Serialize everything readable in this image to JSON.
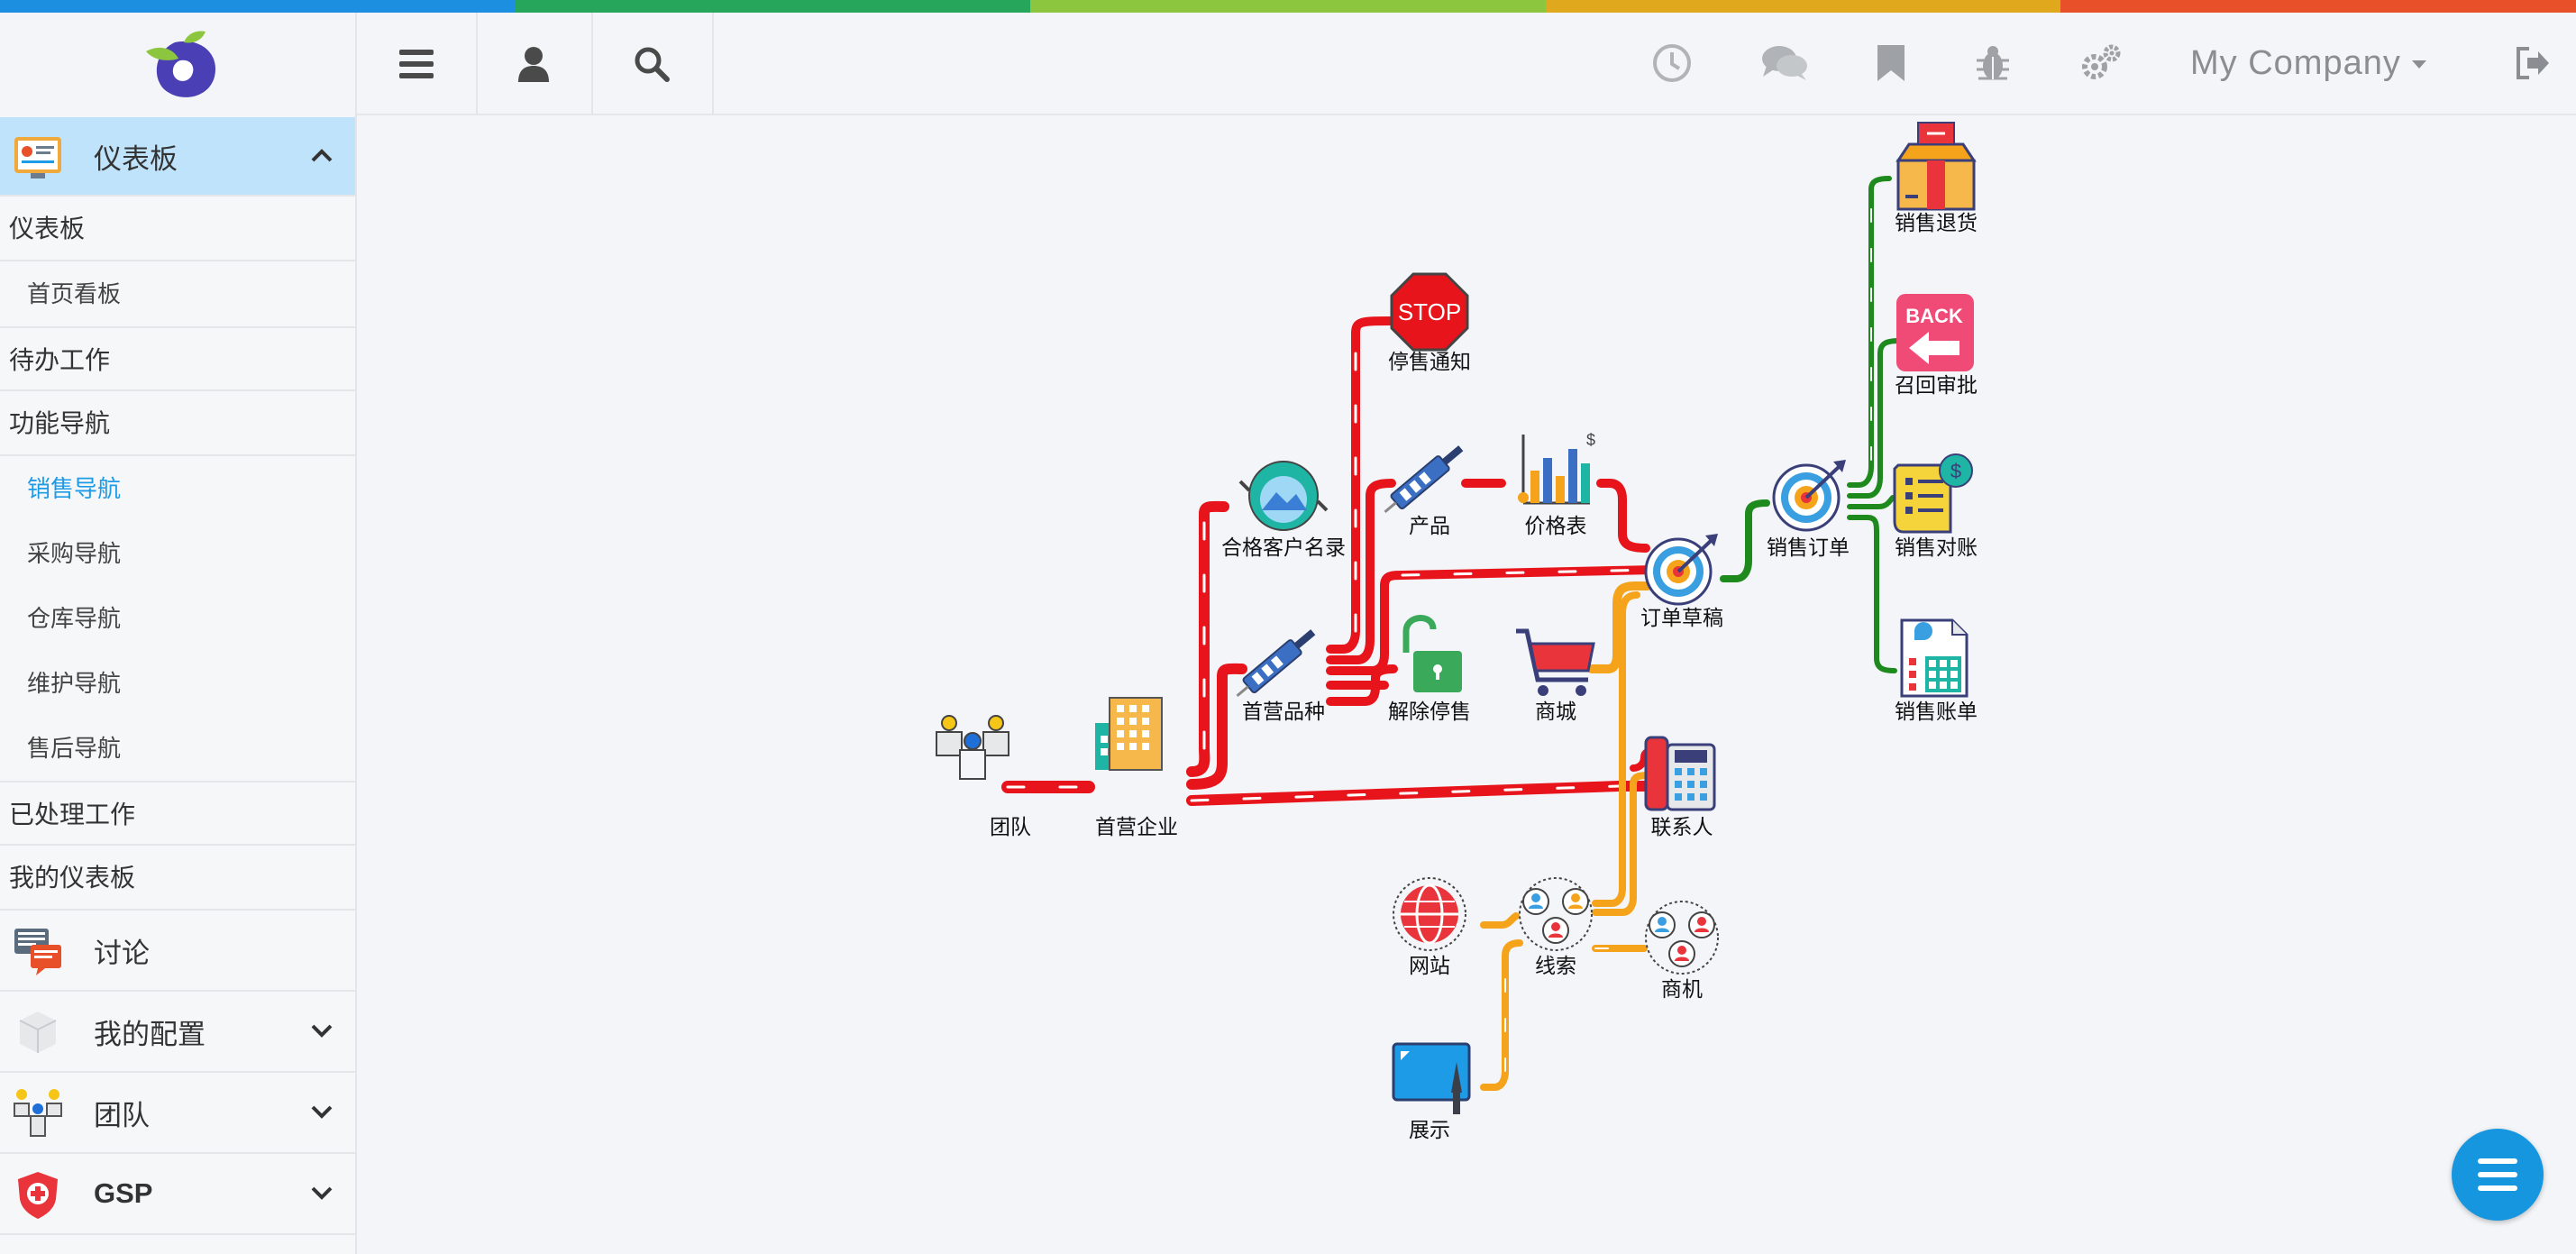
{
  "colors": {
    "accent": "#1e9be6",
    "active_bg": "#bfe3fb",
    "line_red": "#e8141b",
    "line_orange": "#f5a31a",
    "line_green": "#1e8a1e",
    "stripe": [
      "#1d8fe1",
      "#26a65b",
      "#8cc63f",
      "#e0a81d",
      "#e8502a"
    ]
  },
  "header": {
    "company": "My Company",
    "icons": [
      "menu-icon",
      "user-icon",
      "search-icon",
      "clock-icon",
      "chat-icon",
      "bookmark-icon",
      "bug-icon",
      "gears-icon",
      "logout-icon"
    ]
  },
  "sidebar": {
    "dashboard": {
      "label": "仪表板",
      "icon": "dashboard-icon"
    },
    "items": [
      {
        "label": "仪表板",
        "level": 0
      },
      {
        "label": "首页看板",
        "level": 1
      },
      {
        "label": "待办工作",
        "level": 0
      },
      {
        "label": "功能导航",
        "level": 0
      },
      {
        "label": "销售导航",
        "level": 1
      },
      {
        "label": "采购导航",
        "level": 1
      },
      {
        "label": "仓库导航",
        "level": 1
      },
      {
        "label": "维护导航",
        "level": 1
      },
      {
        "label": "售后导航",
        "level": 1
      },
      {
        "label": "已处理工作",
        "level": 0
      },
      {
        "label": "我的仪表板",
        "level": 0
      }
    ],
    "sections": [
      {
        "label": "讨论",
        "icon": "discussion-icon"
      },
      {
        "label": "我的配置",
        "icon": "config-icon"
      },
      {
        "label": "团队",
        "icon": "team-icon"
      },
      {
        "label": "GSP",
        "icon": "gsp-shield-icon"
      }
    ]
  },
  "flow": {
    "nodes": [
      {
        "id": "team",
        "label": "团队",
        "icon": "team-people-icon"
      },
      {
        "id": "first-enterprise",
        "label": "首营企业",
        "icon": "building-icon"
      },
      {
        "id": "qualified-customers",
        "label": "合格客户名录",
        "icon": "landscape-cycle-icon"
      },
      {
        "id": "first-variety",
        "label": "首营品种",
        "icon": "syringe-icon"
      },
      {
        "id": "stop-notice",
        "label": "停售通知",
        "icon": "stop-sign-icon"
      },
      {
        "id": "product",
        "label": "产品",
        "icon": "syringe-icon"
      },
      {
        "id": "price-list",
        "label": "价格表",
        "icon": "bar-chart-icon"
      },
      {
        "id": "unlock-sale",
        "label": "解除停售",
        "icon": "unlock-icon"
      },
      {
        "id": "mall",
        "label": "商城",
        "icon": "cart-icon"
      },
      {
        "id": "order-draft",
        "label": "订单草稿",
        "icon": "target-icon"
      },
      {
        "id": "contact",
        "label": "联系人",
        "icon": "phone-icon"
      },
      {
        "id": "website",
        "label": "网站",
        "icon": "globe-icon"
      },
      {
        "id": "leads",
        "label": "线索",
        "icon": "people-pins-icon"
      },
      {
        "id": "opportunity",
        "label": "商机",
        "icon": "people-pins-icon"
      },
      {
        "id": "showcase",
        "label": "展示",
        "icon": "display-icon"
      },
      {
        "id": "sales-order",
        "label": "销售订单",
        "icon": "target-icon"
      },
      {
        "id": "sales-return",
        "label": "销售退货",
        "icon": "box-icon"
      },
      {
        "id": "recall-approval",
        "label": "召回审批",
        "icon": "back-sign-icon"
      },
      {
        "id": "sales-reconcile",
        "label": "销售对账",
        "icon": "checklist-dollar-icon"
      },
      {
        "id": "sales-bill",
        "label": "销售账单",
        "icon": "invoice-icon"
      }
    ]
  }
}
